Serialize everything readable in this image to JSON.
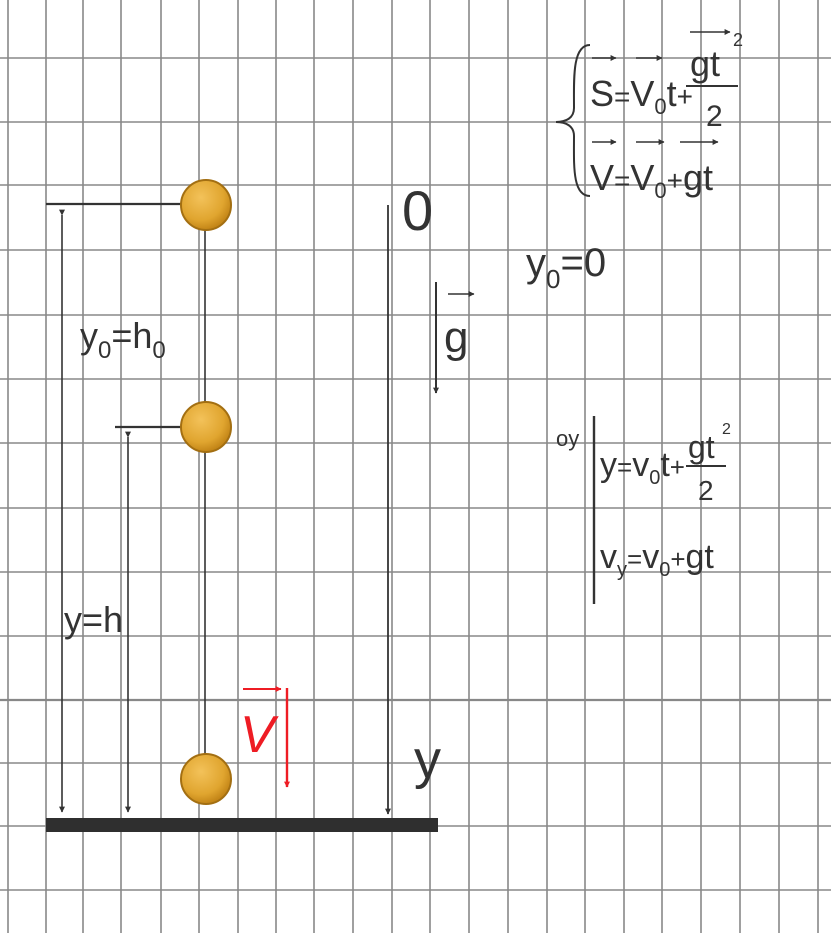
{
  "colors": {
    "background": "#ffffff",
    "grid": "#888888",
    "ink": "#333333",
    "ground": "#2f2f2f",
    "ball_fill": "#e0a52f",
    "ball_stroke": "#a36f12",
    "velocity": "#ee1c24"
  },
  "labels": {
    "origin": "0",
    "axis": "y",
    "gravity": "g",
    "velocity": "V",
    "y0_eq_h0": {
      "lhs": "y",
      "lhs_sub": "0",
      "eq": "=h",
      "rhs_sub": "0"
    },
    "y_eq_h": "y=h",
    "y0_eq_0": {
      "lhs": "y",
      "sub": "0",
      "rhs": "=0"
    },
    "oy": "oy"
  },
  "vector_equations": {
    "line1": {
      "s": "S",
      "eq": "=",
      "v": "V",
      "v_sub": "0",
      "t": "t",
      "plus": "+",
      "num": "gt",
      "num_exp": "2",
      "den": "2"
    },
    "line2": {
      "v": "V",
      "eq": "=",
      "v0": "V",
      "v0_sub": "0",
      "plus": "+",
      "gt": "gt"
    }
  },
  "projection_equations": {
    "line1": {
      "y": "y",
      "eq": "=",
      "v": "v",
      "v_sub": "0",
      "t": "t",
      "plus": "+",
      "num": "gt",
      "num_exp": "2",
      "den": "2"
    },
    "line2": {
      "v": "v",
      "v_sub": "y",
      "eq": "=",
      "v0": "v",
      "v0_sub": "0",
      "plus": "+",
      "gt": "gt"
    }
  }
}
